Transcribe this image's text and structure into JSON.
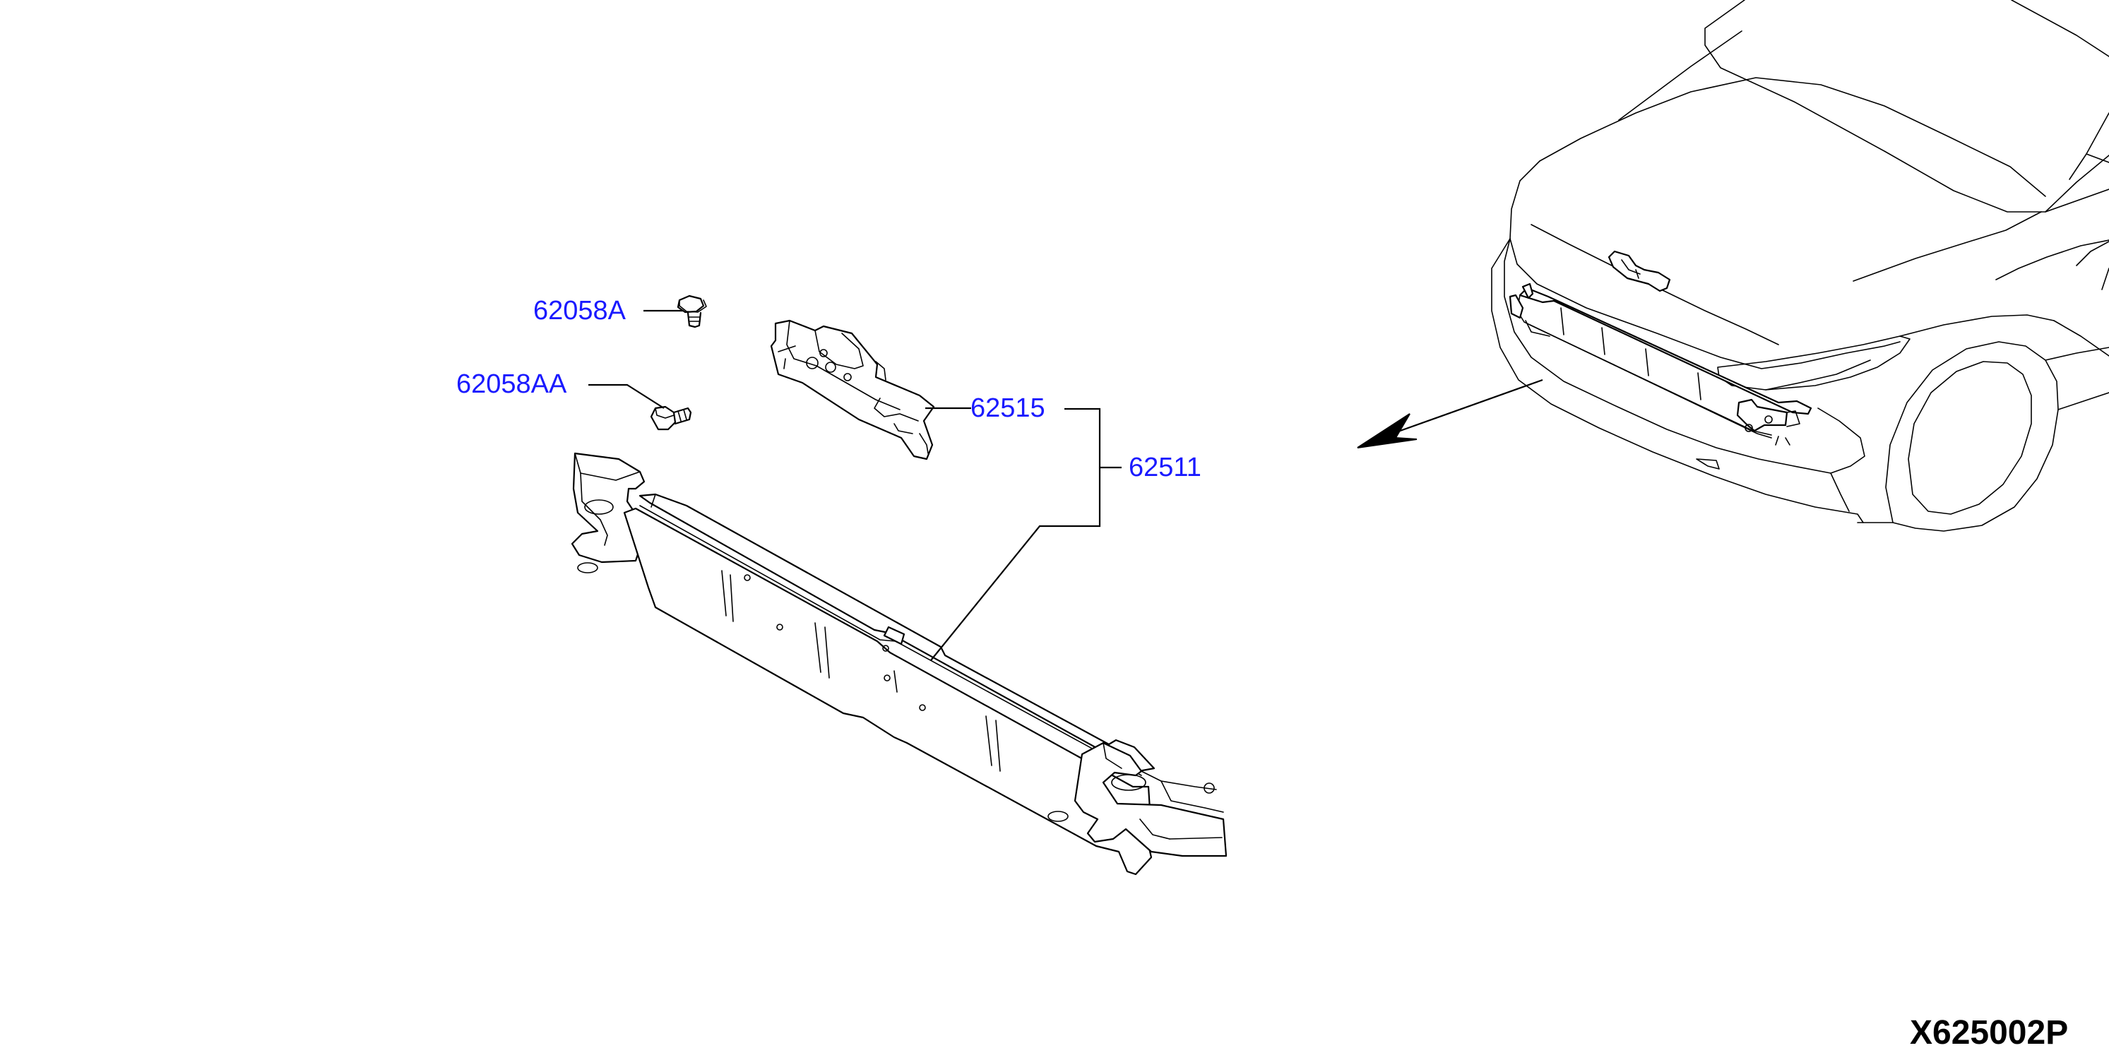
{
  "labels": {
    "bolt_a": "62058A",
    "bolt_aa": "62058AA",
    "bracket": "62515",
    "assembly": "62511"
  },
  "diagram_code": "X625002P",
  "colors": {
    "label": "#1a1aff",
    "line": "#000000",
    "background": "#ffffff"
  }
}
